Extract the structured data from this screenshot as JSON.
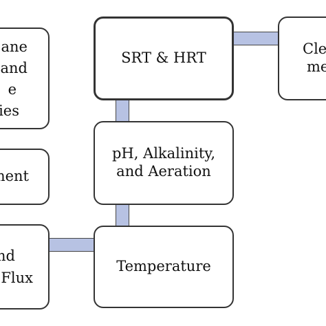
{
  "nodes": {
    "srt_hrt": {
      "label": "SRT & HRT"
    },
    "ph_alkalinity": {
      "lines": [
        "pH, Alkalinity,",
        "and Aeration"
      ]
    },
    "temperature": {
      "label": "Temperature"
    },
    "cleaning_partial": {
      "lines": [
        "Cle",
        "me"
      ]
    },
    "membrane_partial": {
      "lines": [
        "ane",
        "and",
        "e",
        "ies"
      ]
    },
    "pretreatment_partial": {
      "label": "ment"
    },
    "flux_partial": {
      "lines": [
        "nd",
        "Flux"
      ]
    }
  },
  "colors": {
    "connector_fill": "#b7c2e3",
    "border": "#333333"
  }
}
